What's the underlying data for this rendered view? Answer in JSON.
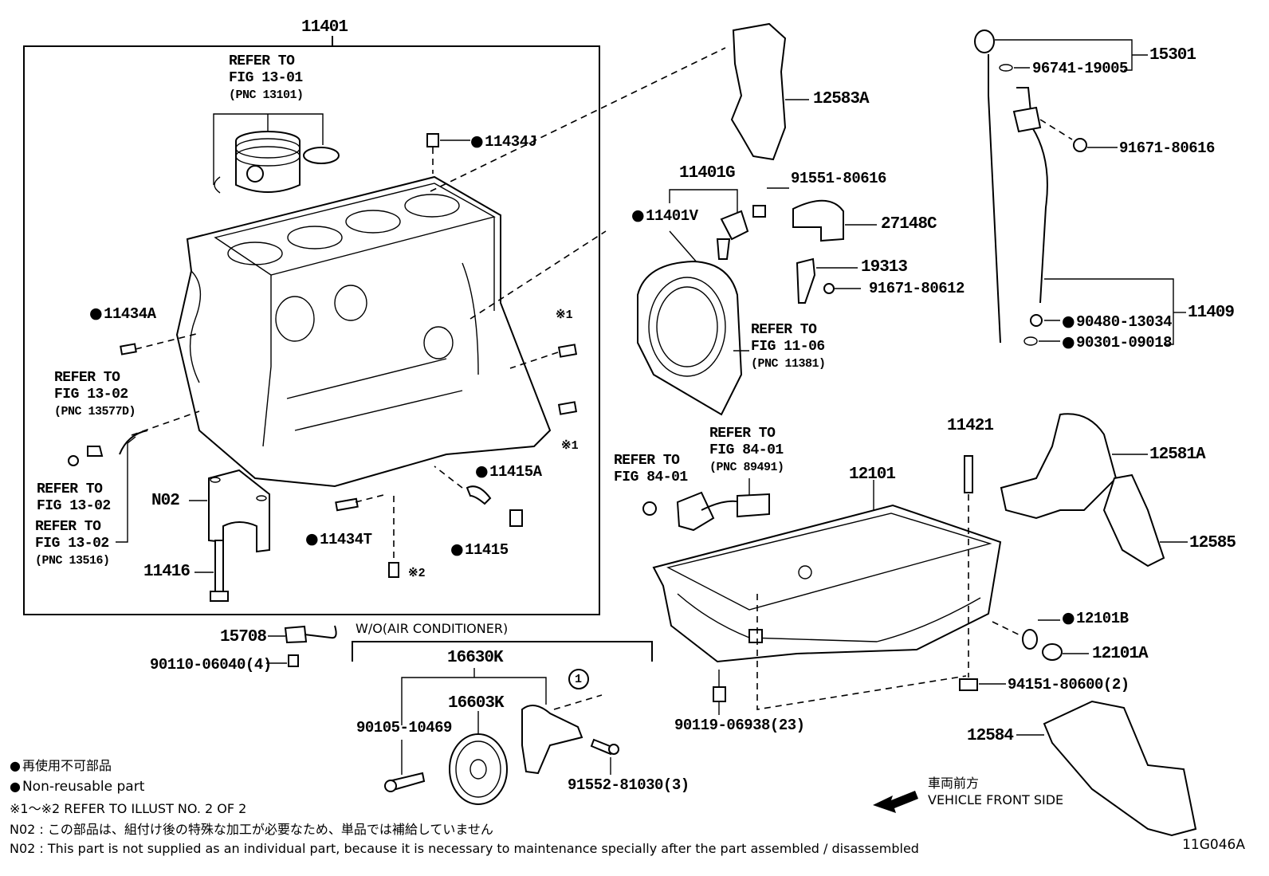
{
  "title": "11G046A",
  "labels": {
    "block_assy": "11401",
    "pin_j": "11434J",
    "pin_a": "11434A",
    "pin_t": "11434T",
    "cap_n02": "N02",
    "bolt_11416": "11416",
    "plug_15415a": "11415A",
    "plug_15415": "11415",
    "cover_12583a": "12583A",
    "sensor_set": "11401G",
    "oring_11401v": "11401V",
    "bolt_91551": "91551-80616",
    "bracket_27148c": "27148C",
    "clamp_19313": "19313",
    "bolt_91671_612": "91671-80612",
    "gauge_15301": "15301",
    "oring_96741": "96741-19005",
    "bolt_91671_616": "91671-80616",
    "guide_11409": "11409",
    "washer_90480": "90480-13034",
    "oring_90301": "90301-09018",
    "stud_11421": "11421",
    "pan_12101": "12101",
    "insulator_12581a": "12581A",
    "insulator_12585": "12585",
    "gasket_12101b": "12101B",
    "plug_12101a": "12101A",
    "nut_94151": "94151-80600(2)",
    "bolt_90119": "90119-06938(23)",
    "baffle_12584": "12584",
    "hose_15708": "15708",
    "bolt_90110": "90110-06040(4)",
    "bracket_16630k": "16630K",
    "pulley_16603k": "16603K",
    "bolt_90105": "90105-10469",
    "bolt_91552": "91552-81030(3)",
    "circle_1": "1",
    "mark_1a": "※1",
    "mark_1b": "※1",
    "mark_2": "※2"
  },
  "refs": {
    "piston": {
      "line1": "REFER TO",
      "line2": "FIG 13-01",
      "pnc": "(PNC 13101)"
    },
    "fig1302a": {
      "line1": "REFER TO",
      "line2": "FIG 13-02",
      "pnc": "(PNC 13577D)"
    },
    "fig1302b": {
      "line1": "REFER TO",
      "line2": "FIG 13-02"
    },
    "fig1302c": {
      "line1": "REFER TO",
      "line2": "FIG 13-02",
      "pnc": "(PNC 13516)"
    },
    "fig1106": {
      "line1": "REFER TO",
      "line2": "FIG 11-06",
      "pnc": "(PNC 11381)"
    },
    "fig8401a": {
      "line1": "REFER TO",
      "line2": "FIG 84-01"
    },
    "fig8401b": {
      "line1": "REFER TO",
      "line2": "FIG 84-01",
      "pnc": "(PNC 89491)"
    }
  },
  "wo_ac": "W/O(AIR CONDITIONER)",
  "vehicle_front": {
    "jp": "車両前方",
    "en": "VEHICLE FRONT SIDE"
  },
  "legend": {
    "non_reusable_jp": "再使用不可部品",
    "non_reusable_en": "Non-reusable part",
    "illust_ref": "※1～※2  REFER TO ILLUST NO. 2 OF 2",
    "n02_jp": "N02 : この部品は、組付け後の特殊な加工が必要なため、単品では補給していません",
    "n02_en": "N02 : This part is not supplied as an individual part, because it is necessary to maintenance specially after the part assembled / disassembled"
  },
  "colors": {
    "line": "#000000",
    "background": "#ffffff"
  }
}
